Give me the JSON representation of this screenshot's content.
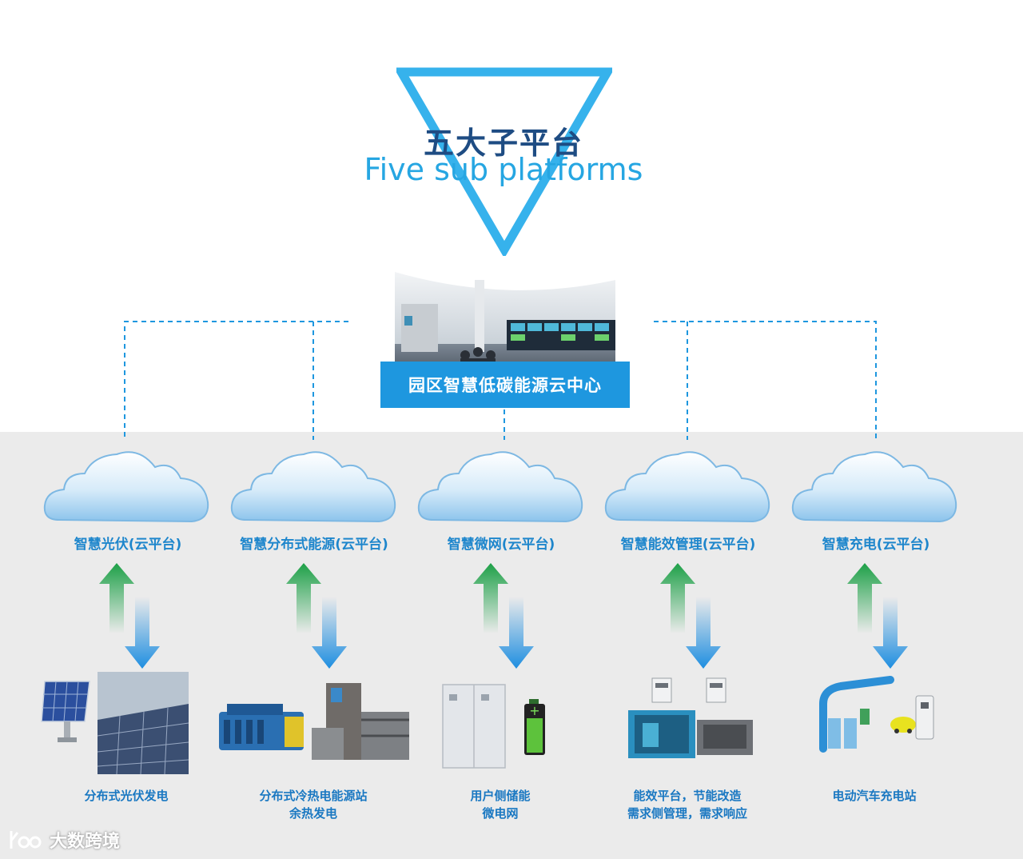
{
  "header": {
    "title_cn": "五大子平台",
    "title_en": "Five sub platforms"
  },
  "center": {
    "label": "园区智慧低碳能源云中心",
    "photo_icon": "control-room-photo"
  },
  "platforms": [
    {
      "label": "智慧光伏(云平台)",
      "caption_lines": [
        "分布式光伏发电"
      ],
      "equipment_icon": "solar-panel-icon"
    },
    {
      "label": "智慧分布式能源(云平台)",
      "caption_lines": [
        "分布式冷热电能源站",
        "余热发电"
      ],
      "equipment_icon": "generator-plant-icon"
    },
    {
      "label": "智慧微网(云平台)",
      "caption_lines": [
        "用户侧储能",
        "微电网"
      ],
      "equipment_icon": "battery-storage-icon"
    },
    {
      "label": "智慧能效管理(云平台)",
      "caption_lines": [
        "能效平台，节能改造",
        "需求侧管理，需求响应"
      ],
      "equipment_icon": "energy-meter-icon"
    },
    {
      "label": "智慧充电(云平台)",
      "caption_lines": [
        "电动汽车充电站"
      ],
      "equipment_icon": "ev-charging-station-icon"
    }
  ],
  "watermark": {
    "text": "大数跨境"
  },
  "colors": {
    "accent_blue": "#1e97df",
    "title_dark": "#1e4c83",
    "title_light": "#26a6e2",
    "arrow_up": "#21a84a",
    "arrow_down": "#1e8ee0",
    "band_gray": "#ebebeb"
  }
}
